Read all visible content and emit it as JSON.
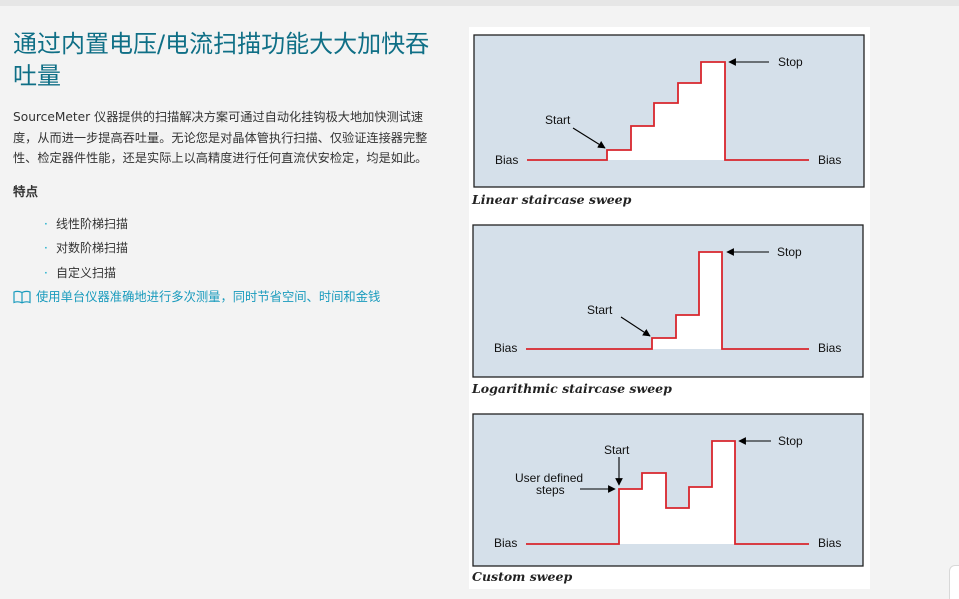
{
  "title": "通过内置电压/电流扫描功能大大加快吞吐量",
  "intro": "SourceMeter 仪器提供的扫描解决方案可通过自动化挂钩极大地加快测试速度，从而进一步提高吞吐量。无论您是对晶体管执行扫描、仅验证连接器完整性、检定器件性能，还是实际上以高精度进行任何直流伏安检定，均是如此。",
  "features_title": "特点",
  "features": [
    "线性阶梯扫描",
    "对数阶梯扫描",
    "自定义扫描"
  ],
  "features_bullet": "·",
  "doc_link": {
    "icon": "book-icon",
    "label": "使用单台仪器准确地进行多次测量，同时节省空间、时间和金钱"
  },
  "diagrams": [
    {
      "caption": "Linear staircase sweep",
      "labels": {
        "start": "Start",
        "stop": "Stop",
        "bias_left": "Bias",
        "bias_right": "Bias"
      }
    },
    {
      "caption": "Logarithmic staircase sweep",
      "labels": {
        "start": "Start",
        "stop": "Stop",
        "bias_left": "Bias",
        "bias_right": "Bias"
      }
    },
    {
      "caption": "Custom sweep",
      "labels": {
        "start": "Start",
        "stop": "Stop",
        "bias_left": "Bias",
        "bias_right": "Bias",
        "user_defined_1": "User defined",
        "user_defined_2": "steps"
      }
    }
  ],
  "colors": {
    "title": "#0f6f86",
    "link": "#1a9bbd",
    "bullet": "#00a6c6",
    "diagram_bg": "#d5e0ea",
    "sweep_line": "#d8262d"
  }
}
